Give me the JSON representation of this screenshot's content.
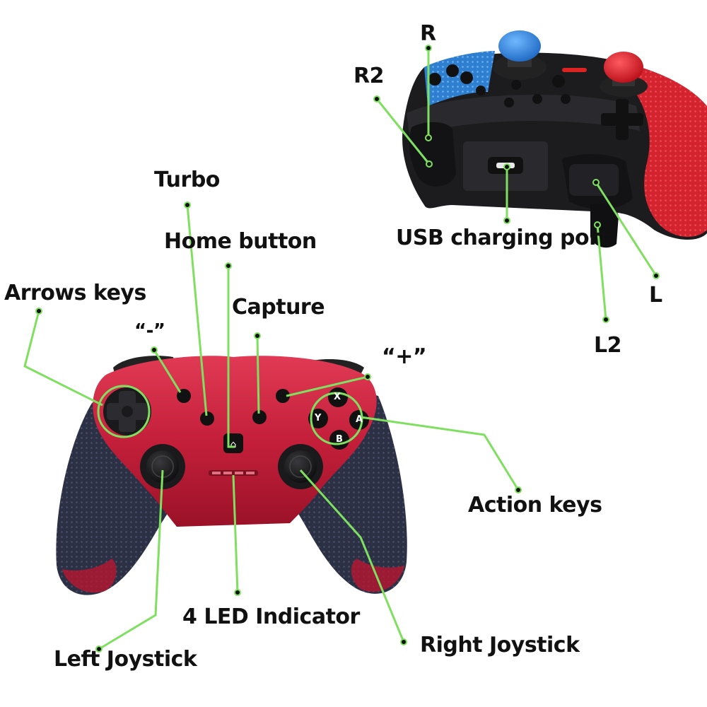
{
  "labels": {
    "turbo": "Turbo",
    "home_button": "Home button",
    "arrows_keys": "Arrows keys",
    "minus": "“-”",
    "capture": "Capture",
    "plus": "“+”",
    "action_keys": "Action keys",
    "led_indicator": "4 LED Indicator",
    "left_joystick": "Left Joystick",
    "right_joystick": "Right Joystick",
    "r": "R",
    "r2": "R2",
    "usb_port": "USB charging  port",
    "l": "L",
    "l2": "L2"
  },
  "face_buttons": {
    "x": "X",
    "y": "Y",
    "a": "A",
    "b": "B"
  },
  "colors": {
    "leader": "#7fe060",
    "leader_dot": "#111111",
    "body_red": "#c8213d",
    "grip_navy": "#2c3045",
    "controller_black": "#1c1c1f",
    "stick_blue": "#3b8fe0",
    "stick_red": "#e0202c"
  }
}
